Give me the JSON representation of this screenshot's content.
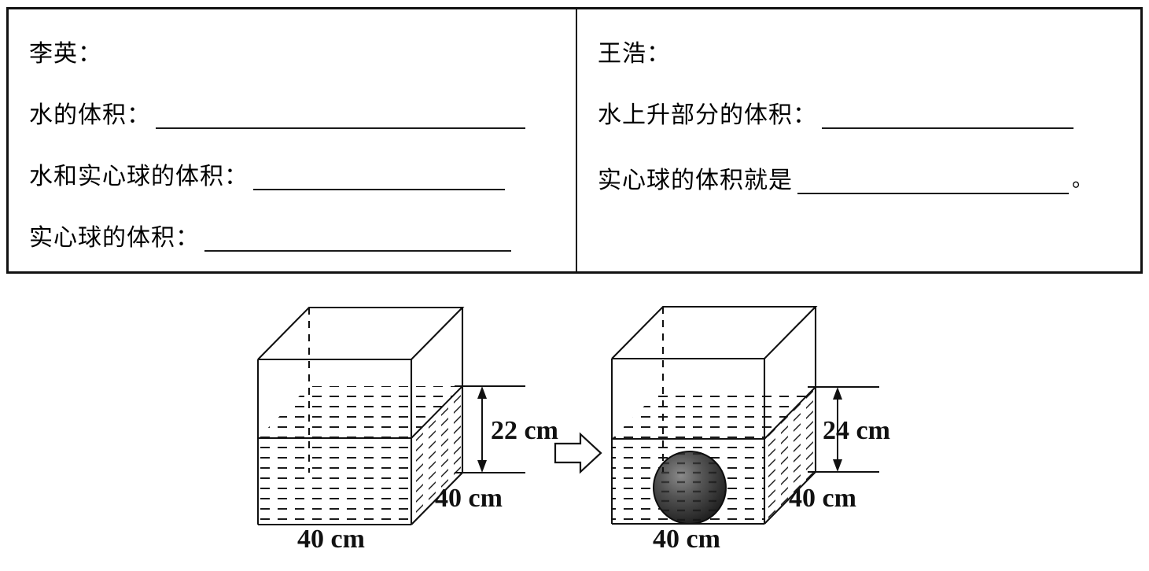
{
  "answer_box": {
    "left_panel": {
      "name_label": "李英：",
      "rows": [
        {
          "label": "水的体积：",
          "blank": true
        },
        {
          "label": "水和实心球的体积：",
          "blank": true
        },
        {
          "label": "实心球的体积：",
          "blank": true
        }
      ]
    },
    "right_panel": {
      "name_label": "王浩：",
      "rows": [
        {
          "label": "水上升部分的体积：",
          "blank": true,
          "tail": ""
        },
        {
          "label": "实心球的体积就是",
          "blank": true,
          "tail": "。"
        }
      ]
    }
  },
  "figure": {
    "left_box": {
      "caption_width": "40 cm",
      "caption_depth": "40 cm",
      "caption_height": "22 cm",
      "water_height_label": "22 cm",
      "has_ball": false
    },
    "transition_arrow": "right-arrow-icon",
    "right_box": {
      "caption_width": "40 cm",
      "caption_depth": "40 cm",
      "caption_height": "24 cm",
      "water_height_label": "24 cm",
      "has_ball": true,
      "ball_label": "solid-sphere"
    }
  },
  "colors": {
    "ink": "#111111",
    "paper": "#ffffff",
    "ball": "#3a3a3a"
  }
}
